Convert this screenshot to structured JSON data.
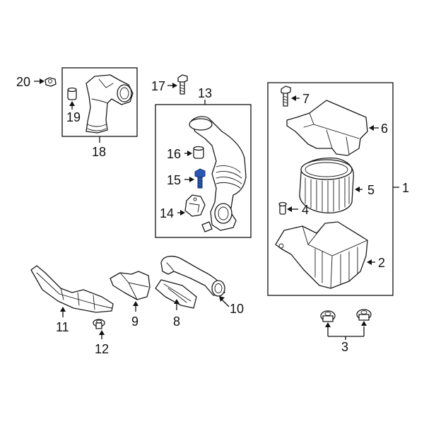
{
  "callouts": {
    "c1": "1",
    "c2": "2",
    "c3": "3",
    "c4": "4",
    "c5": "5",
    "c6": "6",
    "c7": "7",
    "c8": "8",
    "c9": "9",
    "c10": "10",
    "c11": "11",
    "c12": "12",
    "c13": "13",
    "c14": "14",
    "c15": "15",
    "c16": "16",
    "c17": "17",
    "c18": "18",
    "c19": "19",
    "c20": "20"
  },
  "colors": {
    "line": "#1a1a1a",
    "highlight": "#2a56b8"
  }
}
